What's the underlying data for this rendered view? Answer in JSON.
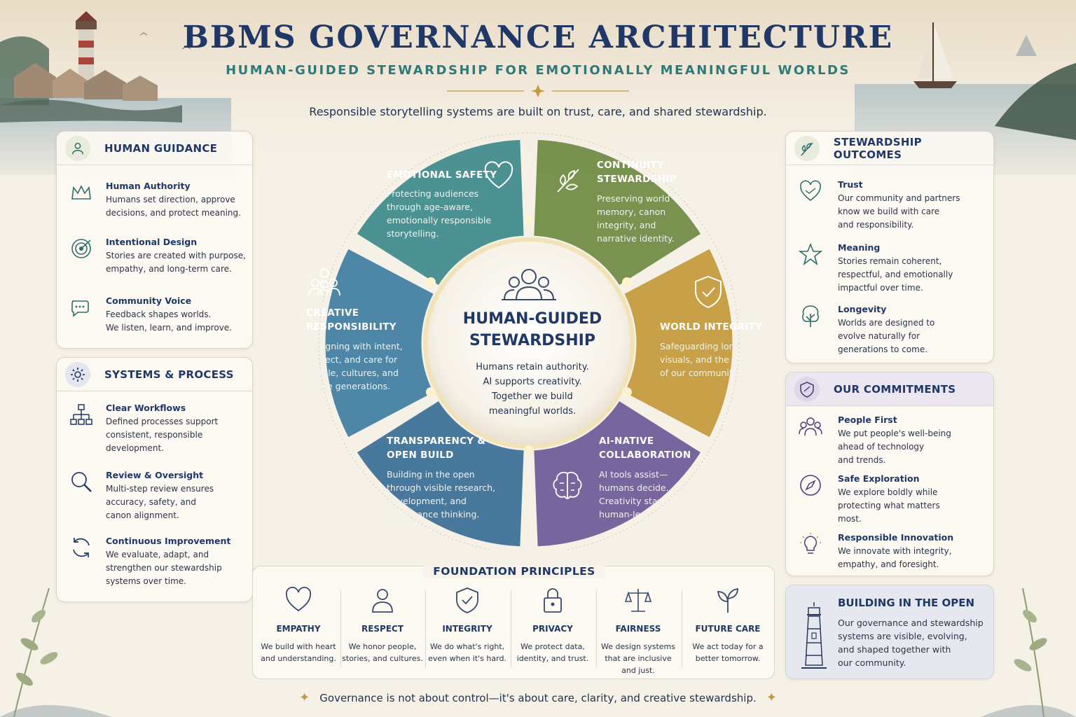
{
  "header": {
    "title": "BBMS GOVERNANCE ARCHITECTURE",
    "subtitle": "HUMAN-GUIDED STEWARDSHIP FOR EMOTIONALLY MEANINGFUL WORLDS",
    "tagline": "Responsible storytelling systems are built on trust, care, and shared stewardship."
  },
  "human_guidance": {
    "title": "HUMAN GUIDANCE",
    "items": [
      {
        "title": "Human Authority",
        "desc": "Humans set direction, approve\ndecisions, and protect meaning.",
        "icon": "crown-icon"
      },
      {
        "title": "Intentional Design",
        "desc": "Stories are created with purpose,\nempathy, and long-term care.",
        "icon": "target-icon"
      },
      {
        "title": "Community Voice",
        "desc": "Feedback shapes worlds.\nWe listen, learn, and improve.",
        "icon": "speech-bubbles-icon"
      }
    ]
  },
  "systems_process": {
    "title": "SYSTEMS & PROCESS",
    "items": [
      {
        "title": "Clear Workflows",
        "desc": "Defined processes support\nconsistent, responsible\ndevelopment.",
        "icon": "workflow-icon"
      },
      {
        "title": "Review & Oversight",
        "desc": "Multi-step review ensures\naccuracy, safety, and\ncanon alignment.",
        "icon": "magnifier-icon"
      },
      {
        "title": "Continuous Improvement",
        "desc": "We evaluate, adapt, and\nstrengthen our stewardship\nsystems over time.",
        "icon": "cycle-arrows-icon"
      }
    ]
  },
  "wheel": {
    "center_title": "HUMAN-GUIDED\nSTEWARDSHIP",
    "center_desc": "Humans retain authority.\nAI supports creativity.\nTogether we build\nmeaningful worlds.",
    "segments": [
      {
        "title": "EMOTIONAL SAFETY",
        "desc": "Protecting audiences\nthrough age-aware,\nemotionally responsible\nstorytelling.",
        "color": "#3f8a8c",
        "icon": "heart-icon"
      },
      {
        "title": "CONTINUITY\nSTEWARDSHIP",
        "desc": "Preserving world\nmemory, canon\nintegrity, and\nnarrative identity.",
        "color": "#6f8a43",
        "icon": "leaf-icon"
      },
      {
        "title": "WORLD INTEGRITY",
        "desc": "Safeguarding lore,\nvisuals, and the trust\nof our community.",
        "color": "#c49a3a",
        "icon": "shield-check-icon"
      },
      {
        "title": "AI-NATIVE\nCOLLABORATION",
        "desc": "AI tools assist—\nhumans decide.\nCreativity stays\nhuman-led.",
        "color": "#6d5a98",
        "icon": "brain-icon"
      },
      {
        "title": "TRANSPARENCY &\nOPEN BUILD",
        "desc": "Building in the open\nthrough visible research,\ndevelopment, and\ngovernance thinking.",
        "color": "#3a6e96",
        "icon": ""
      },
      {
        "title": "CREATIVE\nRESPONSIBILITY",
        "desc": "Designing with intent,\nrespect, and care for\npeople, cultures, and\nfuture generations.",
        "color": "#3f7ea2",
        "icon": "people-group-icon"
      }
    ]
  },
  "foundation": {
    "title": "FOUNDATION PRINCIPLES",
    "items": [
      {
        "name": "EMPATHY",
        "desc": "We build with heart\nand understanding.",
        "icon": "heart-icon"
      },
      {
        "name": "RESPECT",
        "desc": "We honor people,\nstories, and cultures.",
        "icon": "person-icon"
      },
      {
        "name": "INTEGRITY",
        "desc": "We do what's right,\neven when it's hard.",
        "icon": "shield-check-icon"
      },
      {
        "name": "PRIVACY",
        "desc": "We protect data,\nidentity, and trust.",
        "icon": "lock-icon"
      },
      {
        "name": "FAIRNESS",
        "desc": "We design systems\nthat are inclusive\nand just.",
        "icon": "scales-icon"
      },
      {
        "name": "FUTURE CARE",
        "desc": "We act today for a\nbetter tomorrow.",
        "icon": "sprout-icon"
      }
    ]
  },
  "outcomes": {
    "title": "STEWARDSHIP OUTCOMES",
    "items": [
      {
        "title": "Trust",
        "desc": "Our community and partners\nknow we build with care\nand responsibility.",
        "icon": "handshake-icon"
      },
      {
        "title": "Meaning",
        "desc": "Stories remain coherent,\nrespectful, and emotionally\nimpactful over time.",
        "icon": "star-icon"
      },
      {
        "title": "Longevity",
        "desc": "Worlds are designed to\nevolve naturally for\ngenerations to come.",
        "icon": "tree-icon"
      }
    ]
  },
  "commitments": {
    "title": "OUR COMMITMENTS",
    "items": [
      {
        "title": "People First",
        "desc": "We put people's well-being\nahead of technology\nand trends.",
        "icon": "people-icon"
      },
      {
        "title": "Safe Exploration",
        "desc": "We explore boldly while\nprotecting what matters\nmost.",
        "icon": "compass-icon"
      },
      {
        "title": "Responsible Innovation",
        "desc": "We innovate with integrity,\nempathy, and foresight.",
        "icon": "lightbulb-icon"
      }
    ]
  },
  "open": {
    "title": "BUILDING IN THE OPEN",
    "desc": "Our governance and stewardship\nsystems are visible, evolving,\nand shaped together with\nour community.",
    "icon": "lighthouse-icon"
  },
  "footer": {
    "text": "Governance is not about control—it's about care, clarity, and creative stewardship."
  }
}
